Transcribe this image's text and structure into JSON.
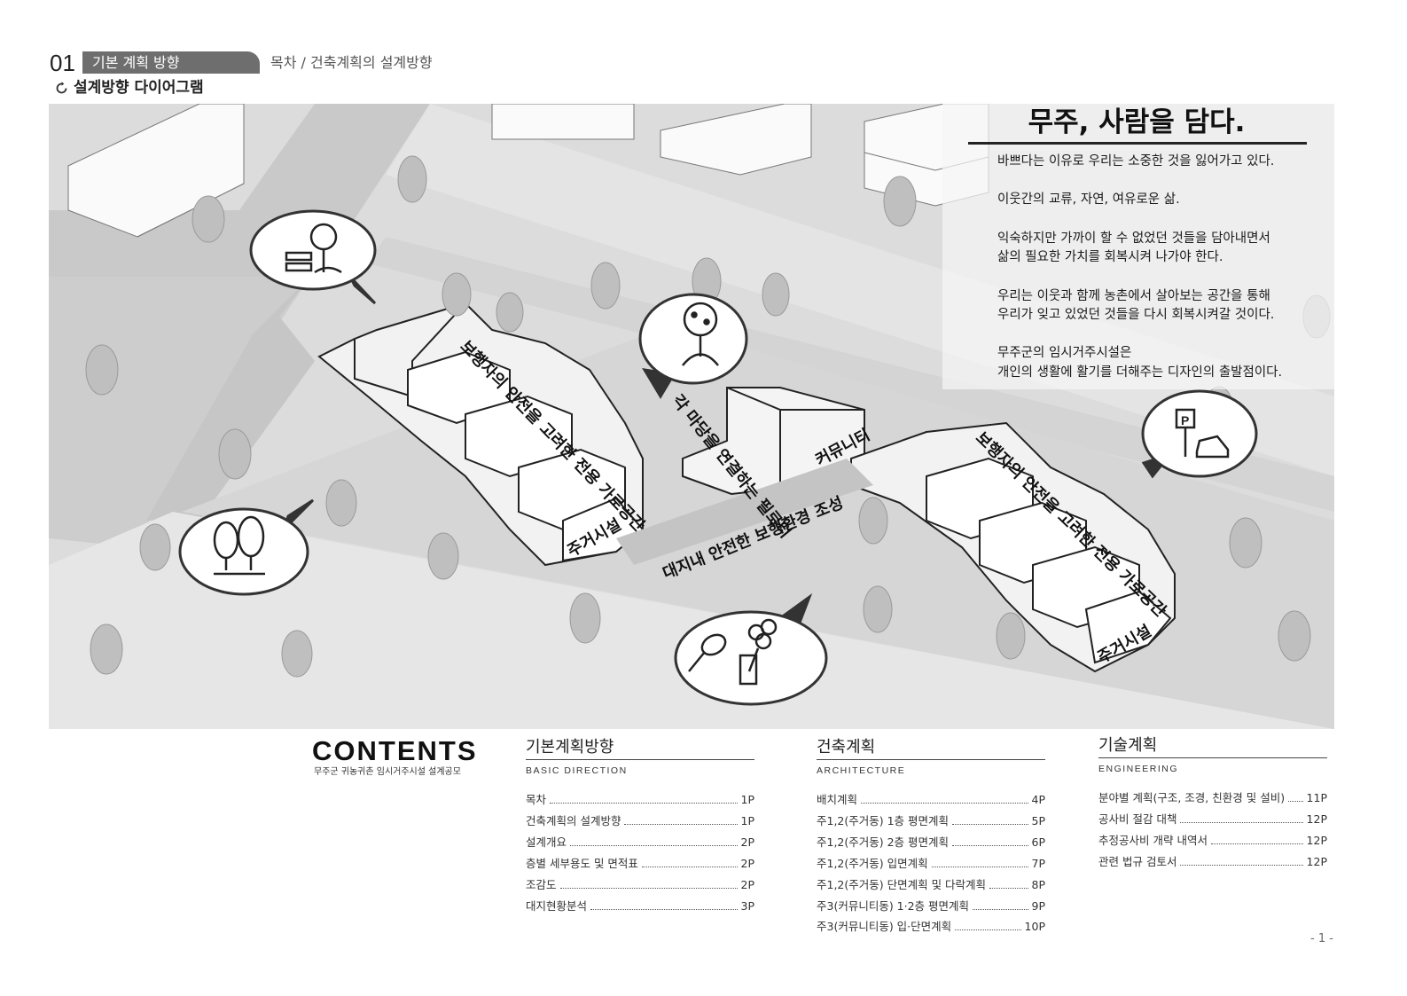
{
  "header": {
    "section_number": "01",
    "section_title": "기본 계획 방향",
    "breadcrumb": "목차 / 건축계획의 설계방향",
    "subtitle": "설계방향 다이어그램"
  },
  "concept": {
    "title": "무주, 사람을 담다.",
    "lines": [
      "바쁘다는 이유로 우리는 소중한 것을 잃어가고 있다.",
      "이웃간의 교류, 자연, 여유로운 삶.",
      "익숙하지만 가까이 할 수 없었던 것들을 담아내면서",
      "삶의 필요한 가치를 회복시켜 나가야 한다.",
      "우리는 이웃과 함께 농촌에서 살아보는 공간을 통해",
      "우리가 잊고 있었던 것들을 다시 회복시켜갈 것이다.",
      "무주군의 임시거주시설은",
      "개인의 생활에 활기를 더해주는 디자인의 출발점이다."
    ]
  },
  "diagram_labels": {
    "pedestrian_path_left": "보행자의 안전을 고려한 전용 가로공간",
    "pedestrian_path_right": "보행자의 안전을 고려한 전용 가로공간",
    "piloti": "각 마당을 연결하는 필로티",
    "community": "커뮤니티",
    "walkway": "대지내 안전한 보행환경 조성",
    "housing_left": "주거시설",
    "housing_right": "주거시설",
    "parking_sign": "P"
  },
  "contents": {
    "title": "CONTENTS",
    "subtitle": "무주군 귀농귀촌 임시거주시설 설계공모",
    "columns": [
      {
        "title": "기본계획방향",
        "en": "BASIC DIRECTION",
        "items": [
          {
            "label": "목차",
            "page": "1P"
          },
          {
            "label": "건축계획의 설계방향",
            "page": "1P"
          },
          {
            "label": "설계개요",
            "page": "2P"
          },
          {
            "label": "층별 세부용도 및 면적표",
            "page": "2P"
          },
          {
            "label": "조감도",
            "page": "2P"
          },
          {
            "label": "대지현황분석",
            "page": "3P"
          }
        ]
      },
      {
        "title": "건축계획",
        "en": "ARCHITECTURE",
        "items": [
          {
            "label": "배치계획",
            "page": "4P"
          },
          {
            "label": "주1,2(주거동) 1층 평면계획",
            "page": "5P"
          },
          {
            "label": "주1,2(주거동) 2층 평면계획",
            "page": "6P"
          },
          {
            "label": "주1,2(주거동) 입면계획",
            "page": "7P"
          },
          {
            "label": "주1,2(주거동) 단면계획 및 다락계획",
            "page": "8P"
          },
          {
            "label": "주3(커뮤니티동) 1·2층 평면계획",
            "page": "9P"
          },
          {
            "label": "주3(커뮤니티동) 입·단면계획",
            "page": "10P"
          }
        ]
      },
      {
        "title": "기술계획",
        "en": "ENGINEERING",
        "items": [
          {
            "label": "분야별 계획(구조, 조경, 친환경 및 설비)",
            "page": "11P"
          },
          {
            "label": "공사비 절감 대책",
            "page": "12P"
          },
          {
            "label": "추정공사비 개략 내역서",
            "page": "12P"
          },
          {
            "label": "관련 법규 검토서",
            "page": "12P"
          }
        ]
      }
    ]
  },
  "page_number": "- 1 -"
}
